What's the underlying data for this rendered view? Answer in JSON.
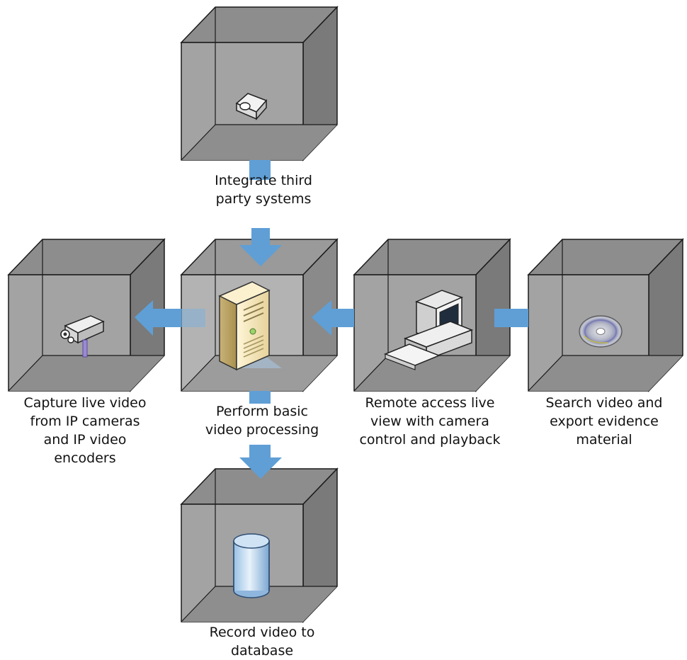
{
  "diagram": {
    "colors": {
      "cube_face": "#9a9a9a",
      "cube_side": "#7d7d7d",
      "cube_inner_back": "#a8a8a8",
      "cube_stroke": "#1a1a1a",
      "arrow": "#5f9fd6"
    },
    "nodes": [
      {
        "id": "integrate",
        "label": "Integrate third\nparty systems",
        "icon": "third-party-device-icon"
      },
      {
        "id": "capture",
        "label": "Capture live video\nfrom IP cameras\nand IP video\nencoders",
        "icon": "ip-camera-icon"
      },
      {
        "id": "process",
        "label": "Perform basic\nvideo processing",
        "icon": "server-icon"
      },
      {
        "id": "remote",
        "label": "Remote access live\nview with camera\ncontrol and playback",
        "icon": "workstation-icon"
      },
      {
        "id": "search",
        "label": "Search video and\nexport evidence\nmaterial",
        "icon": "disc-icon"
      },
      {
        "id": "record",
        "label": "Record video to\ndatabase",
        "icon": "database-icon"
      }
    ],
    "edges": [
      {
        "from": "integrate",
        "to": "process"
      },
      {
        "from": "process",
        "to": "capture"
      },
      {
        "from": "remote",
        "to": "process"
      },
      {
        "from": "search",
        "to": "remote"
      },
      {
        "from": "process",
        "to": "record"
      }
    ]
  }
}
